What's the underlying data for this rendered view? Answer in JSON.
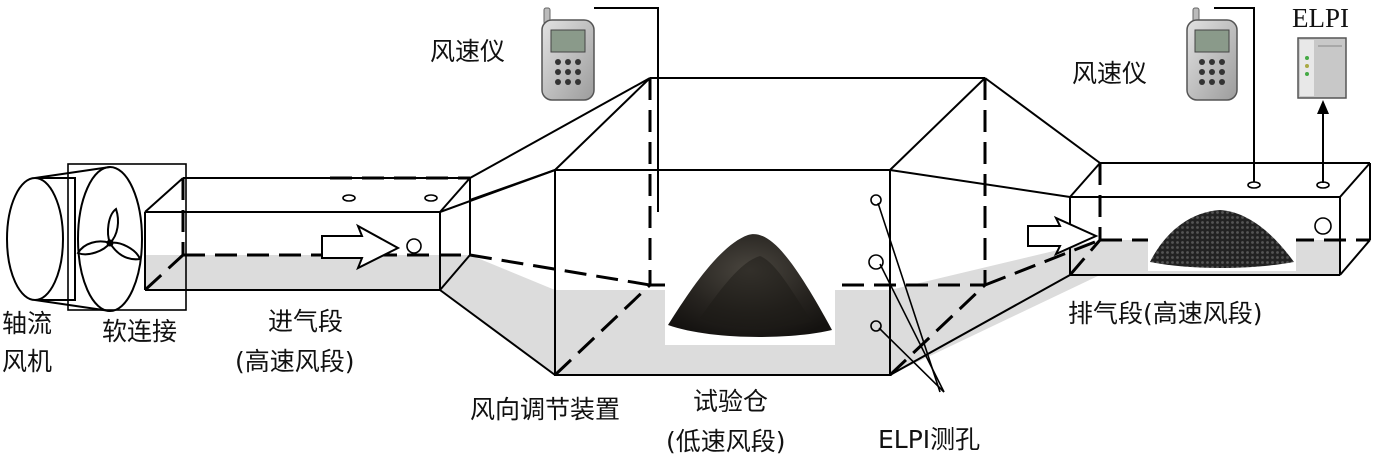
{
  "labels": {
    "fan_line1": "轴流",
    "fan_line2": "风机",
    "soft_connection": "软连接",
    "inlet_line1": "进气段",
    "inlet_line2": "(高速风段)",
    "anemometer_left": "风速仪",
    "anemometer_right": "风速仪",
    "elpi_device": "ELPI",
    "direction_device": "风向调节装置",
    "test_chamber_line1": "试验仓",
    "test_chamber_line2": "(低速风段)",
    "elpi_holes": "ELPI测孔",
    "outlet": "排气段(高速风段)"
  },
  "colors": {
    "floor_fill": "#dcdcdc",
    "dust": "#2a2723",
    "device_body": "#c8c8c8"
  },
  "icons": {
    "fan": "axial-fan-icon",
    "anemometer": "anemometer-handheld-icon",
    "elpi": "elpi-instrument-icon",
    "airflow": "airflow-arrow-icon",
    "dust": "dust-pile-icon"
  }
}
